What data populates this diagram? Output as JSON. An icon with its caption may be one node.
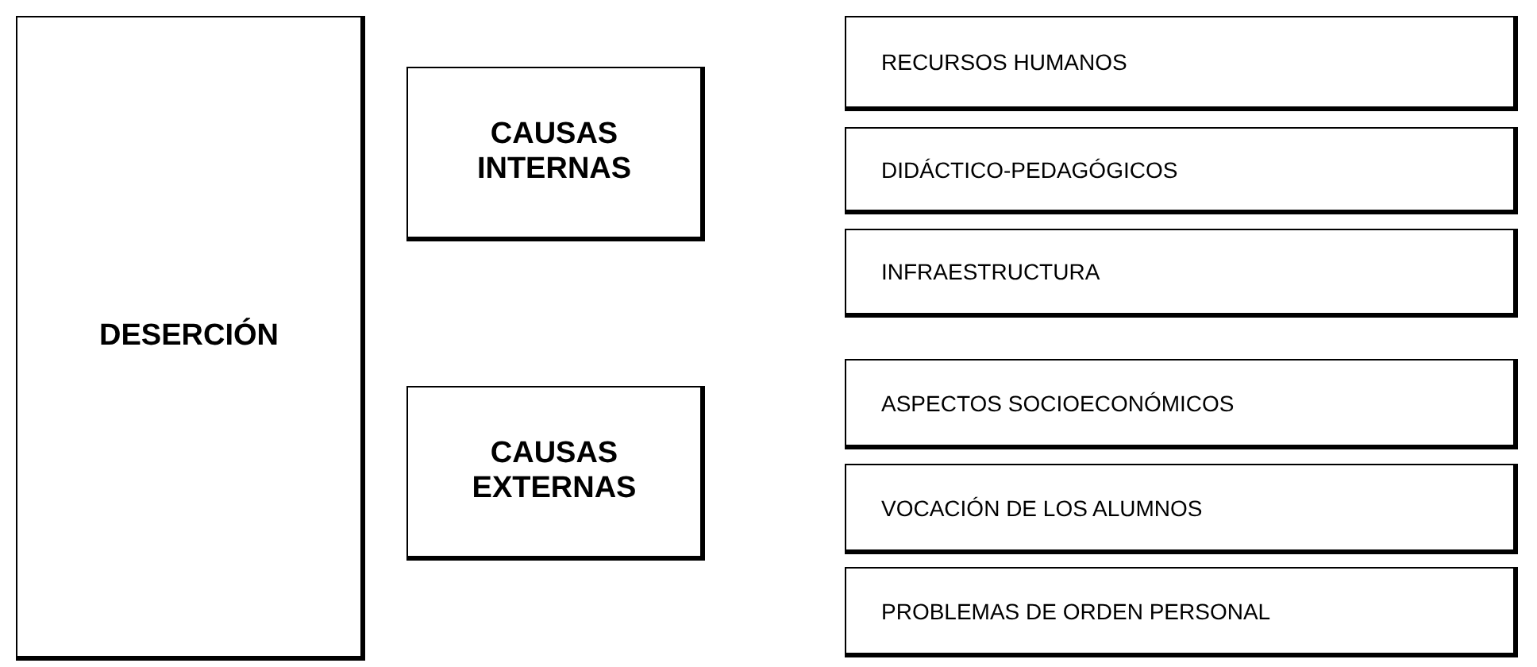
{
  "diagram": {
    "nodes": [
      {
        "text": [
          "DESERCIÓN"
        ]
      },
      {
        "text": [
          "CAUSAS INTERNAS"
        ]
      },
      {
        "text": [
          "CAUSAS EXTERNAS"
        ]
      },
      {
        "text": [
          "RECURSOS HUMANOS"
        ]
      },
      {
        "text": [
          "DIDÁCTICO-PEDAGÓGICOS"
        ]
      },
      {
        "text": [
          "INFRAESTRUCTURA"
        ]
      },
      {
        "text": [
          "ASPECTOS SOCIOECONÓMICOS"
        ]
      },
      {
        "text": [
          "VOCACIÓN DE LOS ALUMNOS"
        ]
      },
      {
        "text": [
          "PROBLEMAS DE ORDEN PERSONAL"
        ]
      }
    ]
  }
}
